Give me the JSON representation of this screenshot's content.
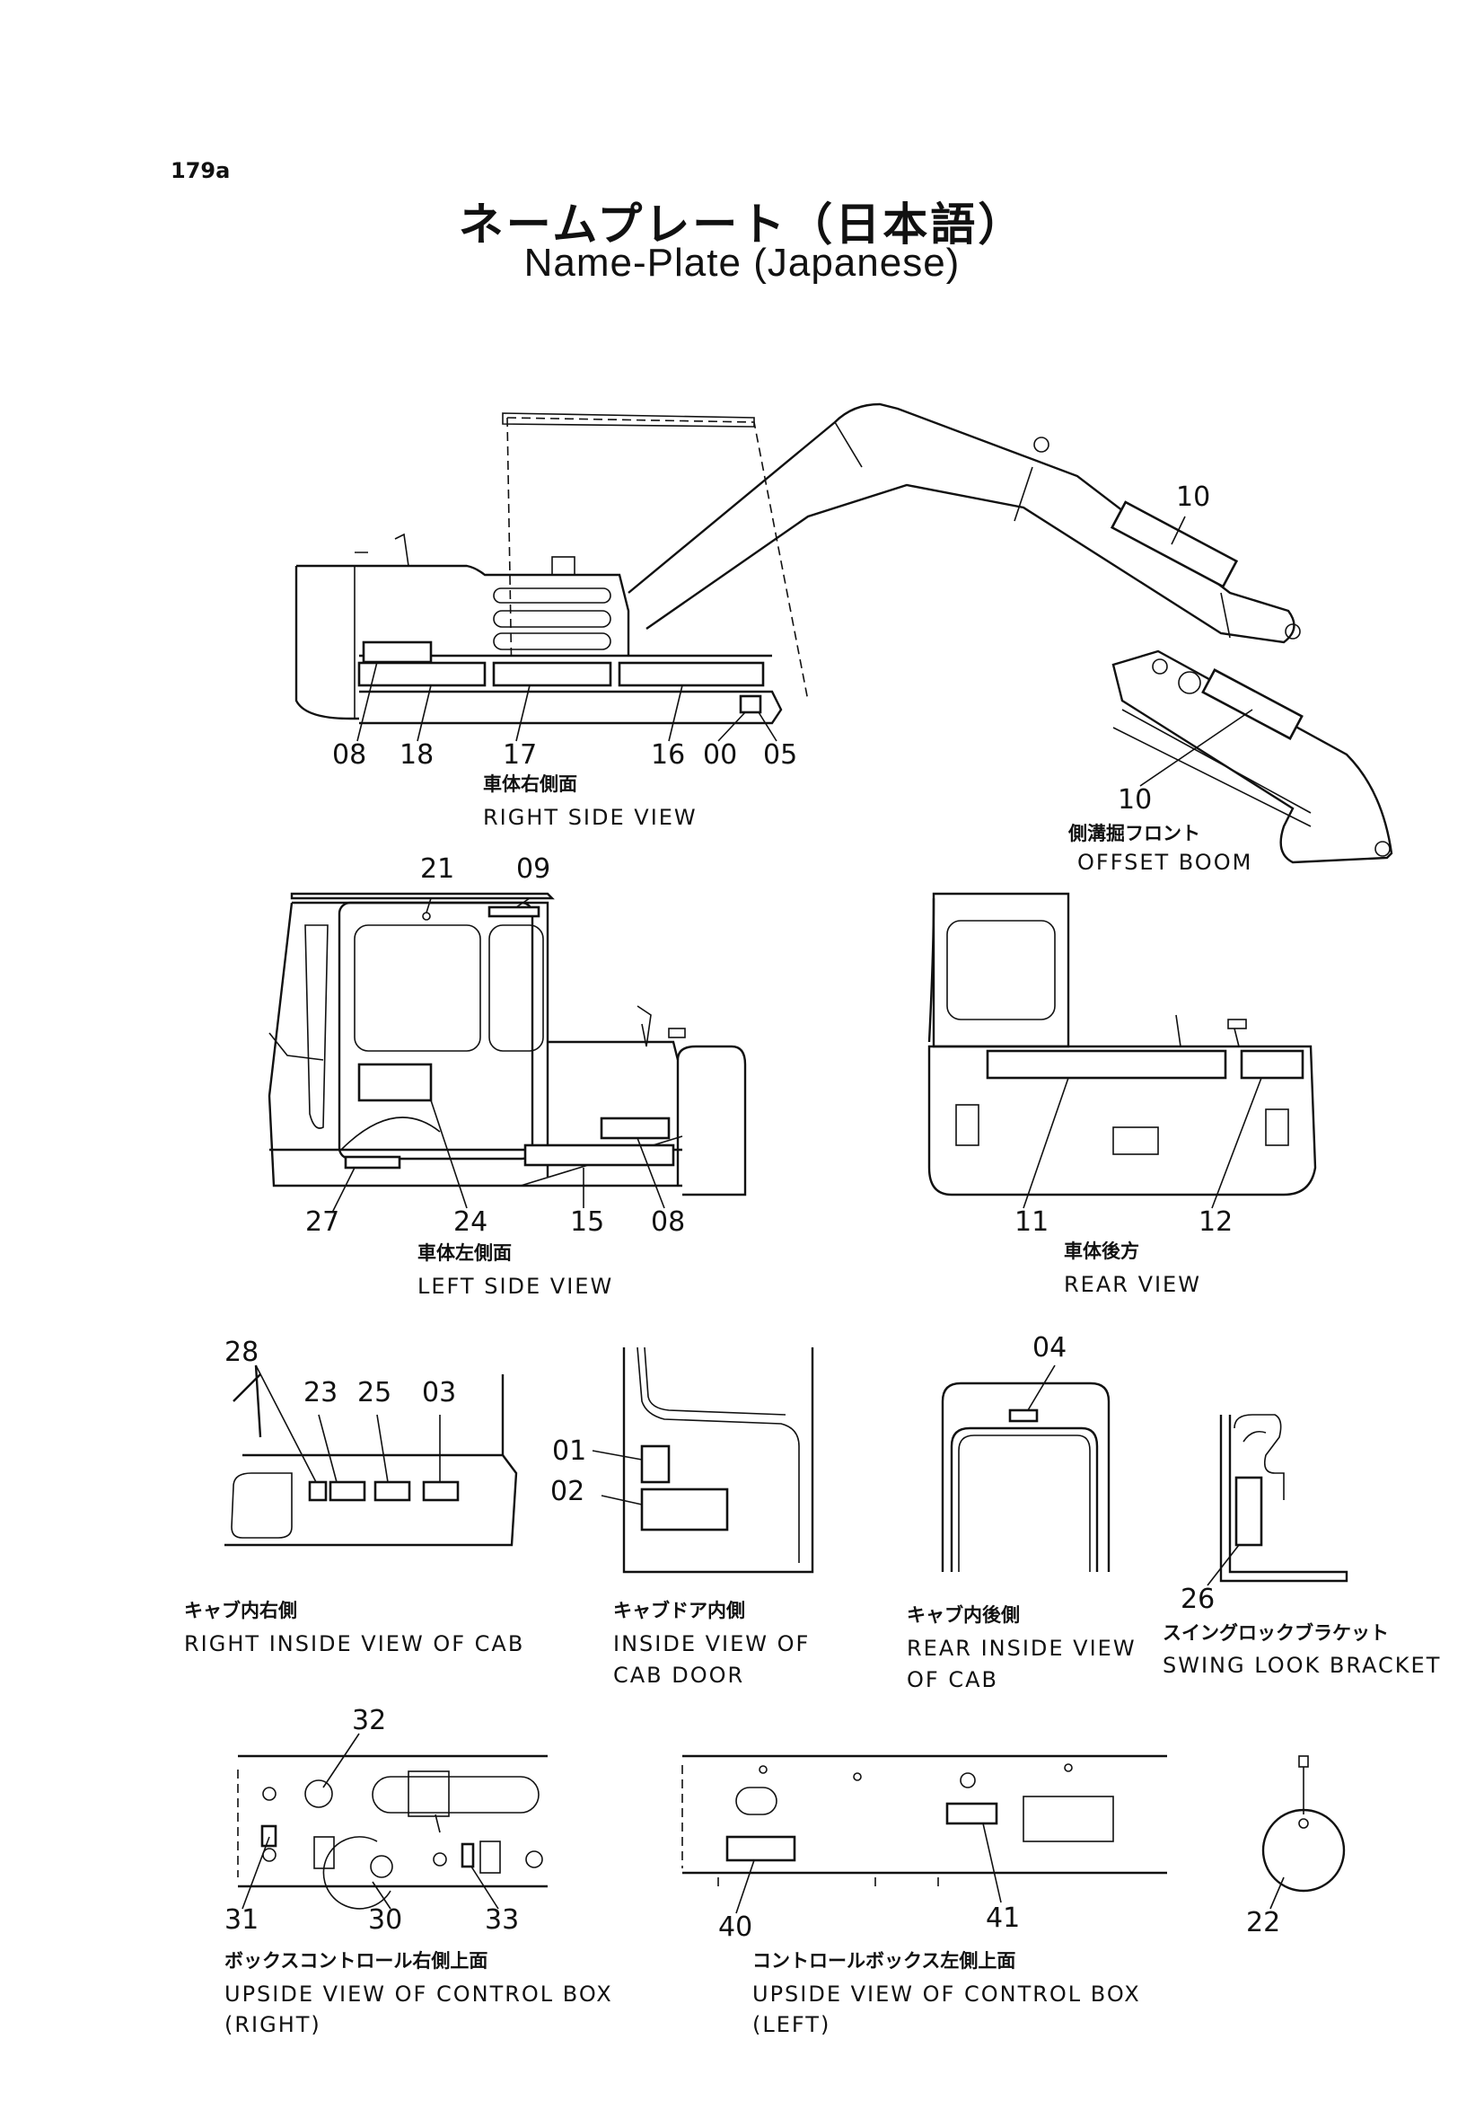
{
  "page_number": "179a",
  "title_jp": "ネームプレート（日本語）",
  "title_en": "Name-Plate (Japanese)",
  "views": {
    "right_side": {
      "jp": "車体右側面",
      "en": "RIGHT SIDE VIEW",
      "callouts": [
        "08",
        "18",
        "17",
        "16",
        "00",
        "05",
        "10"
      ]
    },
    "offset_boom": {
      "jp": "側溝掘フロント",
      "en": "OFFSET BOOM",
      "callouts": [
        "10"
      ]
    },
    "left_side": {
      "jp": "車体左側面",
      "en": "LEFT SIDE VIEW",
      "callouts": [
        "21",
        "09",
        "27",
        "24",
        "15",
        "08"
      ]
    },
    "rear": {
      "jp": "車体後方",
      "en": "REAR VIEW",
      "callouts": [
        "11",
        "12"
      ]
    },
    "cab_right_inside": {
      "jp": "キャブ内右側",
      "en": "RIGHT INSIDE VIEW OF CAB",
      "callouts": [
        "28",
        "23",
        "25",
        "03"
      ]
    },
    "cab_door_inside": {
      "jp": "キャブドア内側",
      "en_line1": "INSIDE VIEW OF",
      "en_line2": "CAB DOOR",
      "callouts": [
        "01",
        "02"
      ]
    },
    "cab_rear_inside": {
      "jp": "キャブ内後側",
      "en_line1": "REAR INSIDE VIEW",
      "en_line2": "OF CAB",
      "callouts": [
        "04"
      ]
    },
    "swing_lock": {
      "jp": "スイングロックブラケット",
      "en": "SWING LOOK BRACKET",
      "callouts": [
        "26"
      ]
    },
    "control_box_right": {
      "jp": "ボックスコントロール右側上面",
      "en_line1": "UPSIDE VIEW OF CONTROL BOX",
      "en_line2": "(RIGHT)",
      "callouts": [
        "32",
        "31",
        "30",
        "33"
      ]
    },
    "control_box_left": {
      "jp": "コントロールボックス左側上面",
      "en_line1": "UPSIDE VIEW OF CONTROL BOX",
      "en_line2": "(LEFT)",
      "callouts": [
        "40",
        "41"
      ]
    },
    "key": {
      "callouts": [
        "22"
      ]
    }
  }
}
